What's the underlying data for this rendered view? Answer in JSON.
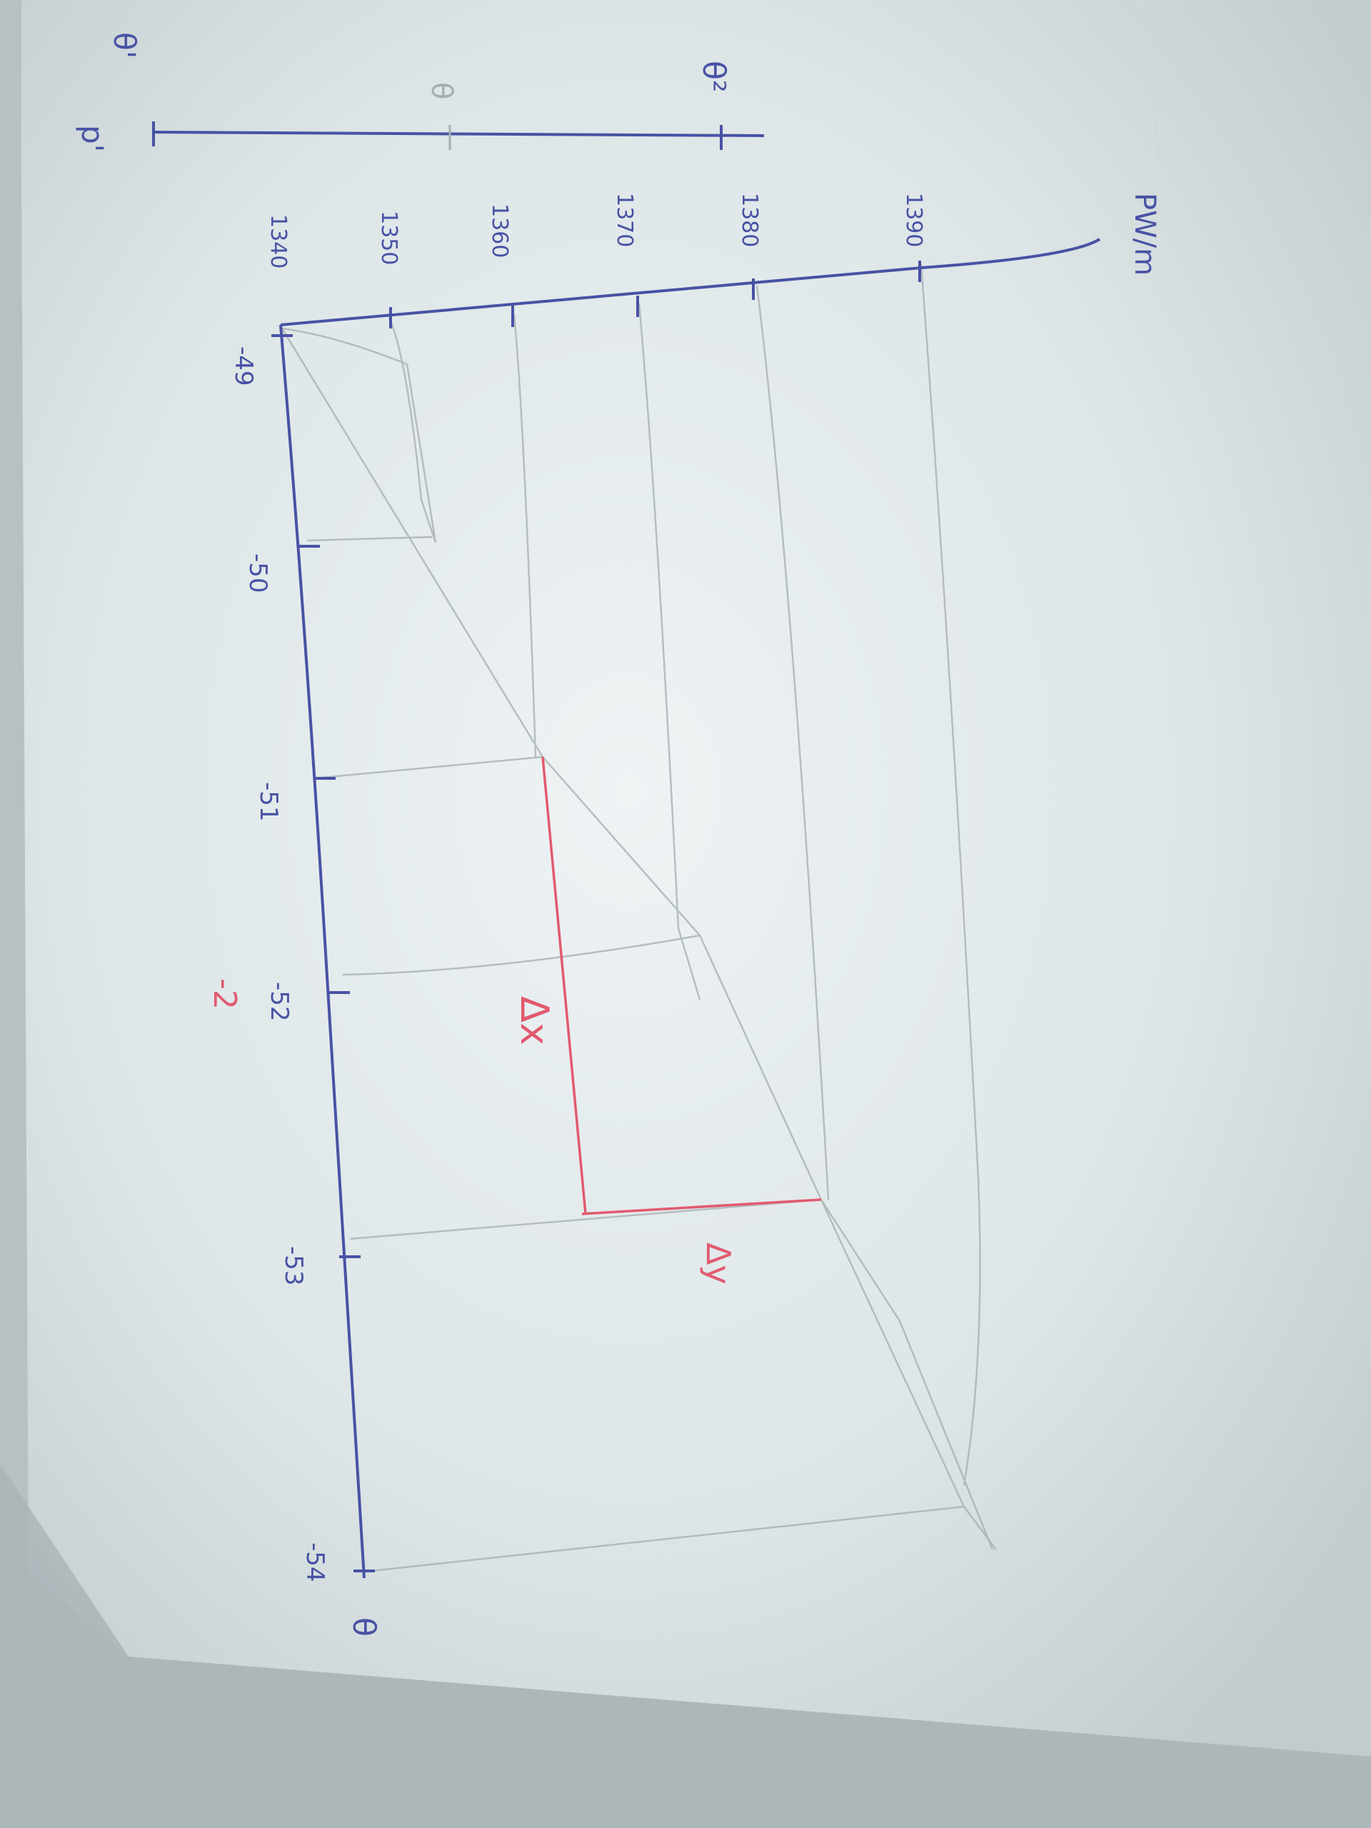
{
  "colors": {
    "background": "#b9c2c4",
    "paper": "#e9eef0",
    "paper_shadow": "#c6cfd1",
    "blue_ink": "#4650a0",
    "pencil": "#9ea7a9",
    "red_ink": "#e0546a"
  },
  "axis_labels": {
    "x_axis_end": "θ",
    "y_axis_unit": "PW/m",
    "legend_theta_sq": "θ²",
    "legend_theta": "θ",
    "legend_theta_prime": "θ'",
    "legend_p_prime": "p'"
  },
  "x_ticks": [
    {
      "label": "-49"
    },
    {
      "label": "-50"
    },
    {
      "label": "-51"
    },
    {
      "label": "-52"
    },
    {
      "label": "-53"
    },
    {
      "label": "-54"
    }
  ],
  "y_ticks": [
    {
      "label": "1340"
    },
    {
      "label": "1350"
    },
    {
      "label": "1360"
    },
    {
      "label": "1370"
    },
    {
      "label": "1380"
    },
    {
      "label": "1390"
    }
  ],
  "annotations": {
    "delta_x": "Δx",
    "delta_y": "Δy",
    "red_minus_two": "-2"
  }
}
